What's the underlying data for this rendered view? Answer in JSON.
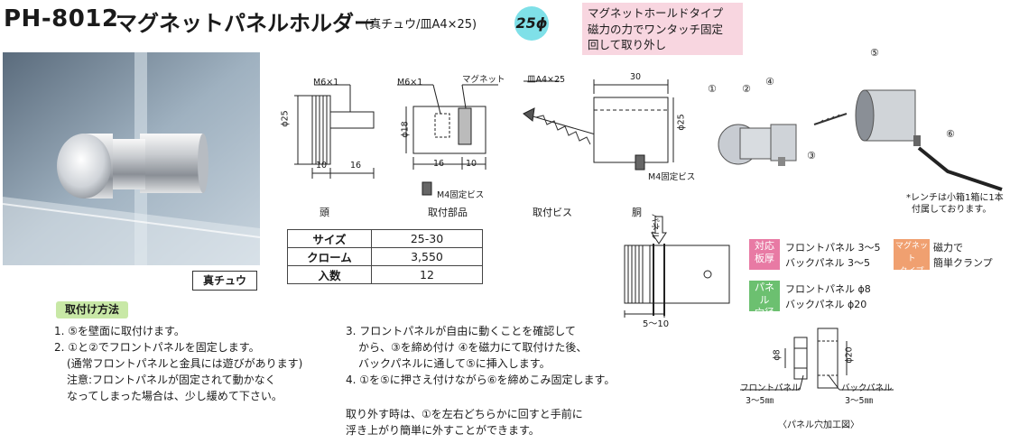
{
  "header": {
    "code": "PH-8012",
    "name": "マグネットパネルホルダー",
    "sub": "(真チュウ/皿A4×25)",
    "size_badge": "25ϕ",
    "magnet_lines": [
      "マグネットホールドタイプ",
      "磁力の力でワンタッチ固定",
      "回して取り外し"
    ]
  },
  "photo": {
    "label": "真チュウ"
  },
  "drawings": {
    "head": {
      "thread": "M6×1",
      "dia": "ϕ25",
      "dim_a": "10",
      "dim_b": "16",
      "caption": "頭"
    },
    "base": {
      "thread": "M6×1",
      "magnet": "マグネット",
      "dia": "ϕ18",
      "dim_a": "16",
      "dim_b": "10",
      "screw": "M4固定ビス",
      "caption": "取付部品"
    },
    "screw": {
      "label": "皿A4×25",
      "caption": "取付ビス"
    },
    "body": {
      "width": "30",
      "dia": "ϕ25",
      "screw": "M4固定ビス",
      "caption": "胴"
    },
    "exploded": {
      "n1": "①",
      "n2": "②",
      "n3": "③",
      "n4": "④",
      "n5": "⑤",
      "n6": "⑥"
    },
    "wrench_note": [
      "*レンチは小箱1箱に1本",
      "付属しております。"
    ],
    "panel": {
      "label": "パネル",
      "range": "5〜10"
    },
    "hole": {
      "d_small": "ϕ8",
      "d_large": "ϕ20",
      "front": "フロントパネル",
      "front_t": "3〜5㎜",
      "back": "バックパネル",
      "back_t": "3〜5㎜",
      "caption": "〈パネル穴加工図〉"
    }
  },
  "spec": {
    "rows": [
      {
        "h": "サイズ",
        "v": "25-30"
      },
      {
        "h": "クローム",
        "v": "3,550"
      },
      {
        "h": "入数",
        "v": "12"
      }
    ]
  },
  "legend": {
    "thick_chip": [
      "対応",
      "板厚"
    ],
    "thick_lines": [
      "フロントパネル 3〜5",
      "バックパネル 3〜5"
    ],
    "magnet_chip": [
      "マグネット",
      "タイプ"
    ],
    "magnet_lines": [
      "磁力で",
      "簡単クランプ"
    ],
    "hole_chip": [
      "パネル",
      "穴径"
    ],
    "hole_lines": [
      "フロントパネル ϕ8",
      "バックパネル ϕ20"
    ]
  },
  "method": {
    "label": "取付け方法",
    "left": [
      "1. ⑤を壁面に取付けます。",
      "2. ①と②でフロントパネルを固定します。",
      "(通常フロントパネルと金具には遊びがあります)",
      "注意:フロントパネルが固定されて動かなく",
      "なってしまった場合は、少し緩めて下さい。"
    ],
    "right": [
      "3. フロントパネルが自由に動くことを確認して",
      "から、③を締め付け ④を磁力にて取付けた後、",
      "バックパネルに通して⑤に挿入します。",
      "4. ①を⑤に押さえ付けながら⑥を締めこみ固定します。"
    ],
    "removal": [
      "取り外す時は、①を左右どちらかに回すと手前に",
      "浮き上がり簡単に外すことができます。"
    ]
  },
  "colors": {
    "badge": "#7fe0e8",
    "pink": "#f8d6e0",
    "green": "#c8e8a6",
    "chip_pink": "#e87aa4",
    "chip_orange": "#f0a070",
    "chip_green": "#6cc070"
  }
}
